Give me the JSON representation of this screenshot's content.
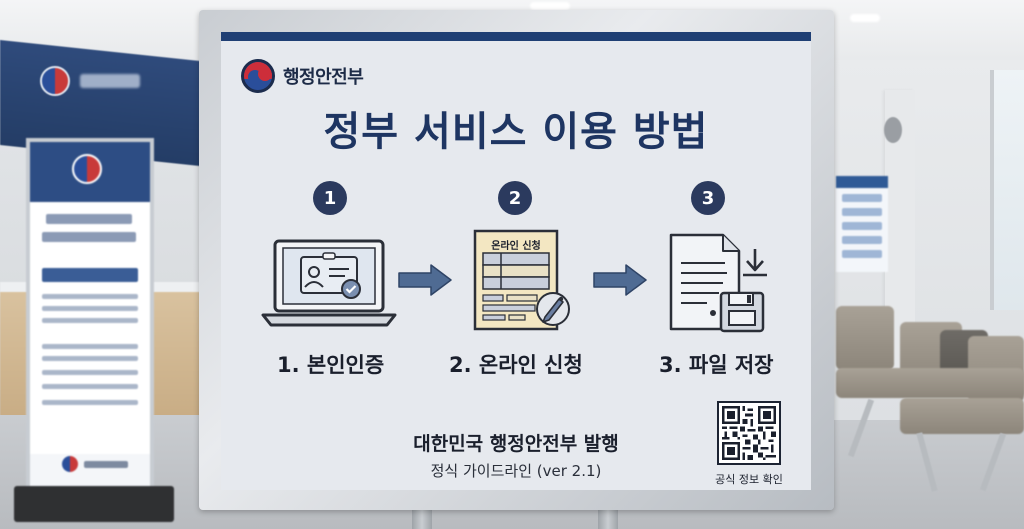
{
  "sign": {
    "ministry": "행정안전부",
    "title": "정부 서비스 이용 방법",
    "steps": [
      {
        "number": "1",
        "label": "1. 본인인증",
        "icon": "laptop-id-icon"
      },
      {
        "number": "2",
        "label": "2. 온라인 신청",
        "icon": "application-form-icon",
        "form_title": "온라인 신청"
      },
      {
        "number": "3",
        "label": "3. 파일 저장",
        "icon": "document-save-icon"
      }
    ],
    "issuer": "대한민국 행정안전부 발행",
    "guideline": "정식 가이드라인 (ver 2.1)",
    "qr_caption": "공식 정보 확인"
  },
  "colors": {
    "navy": "#1f3f74",
    "accent_blue": "#2d64b4",
    "title_text": "#1e3562",
    "step_circle": "#2b3a5e",
    "arrow": "#4f6b93",
    "form_paper": "#f3e7c2"
  }
}
